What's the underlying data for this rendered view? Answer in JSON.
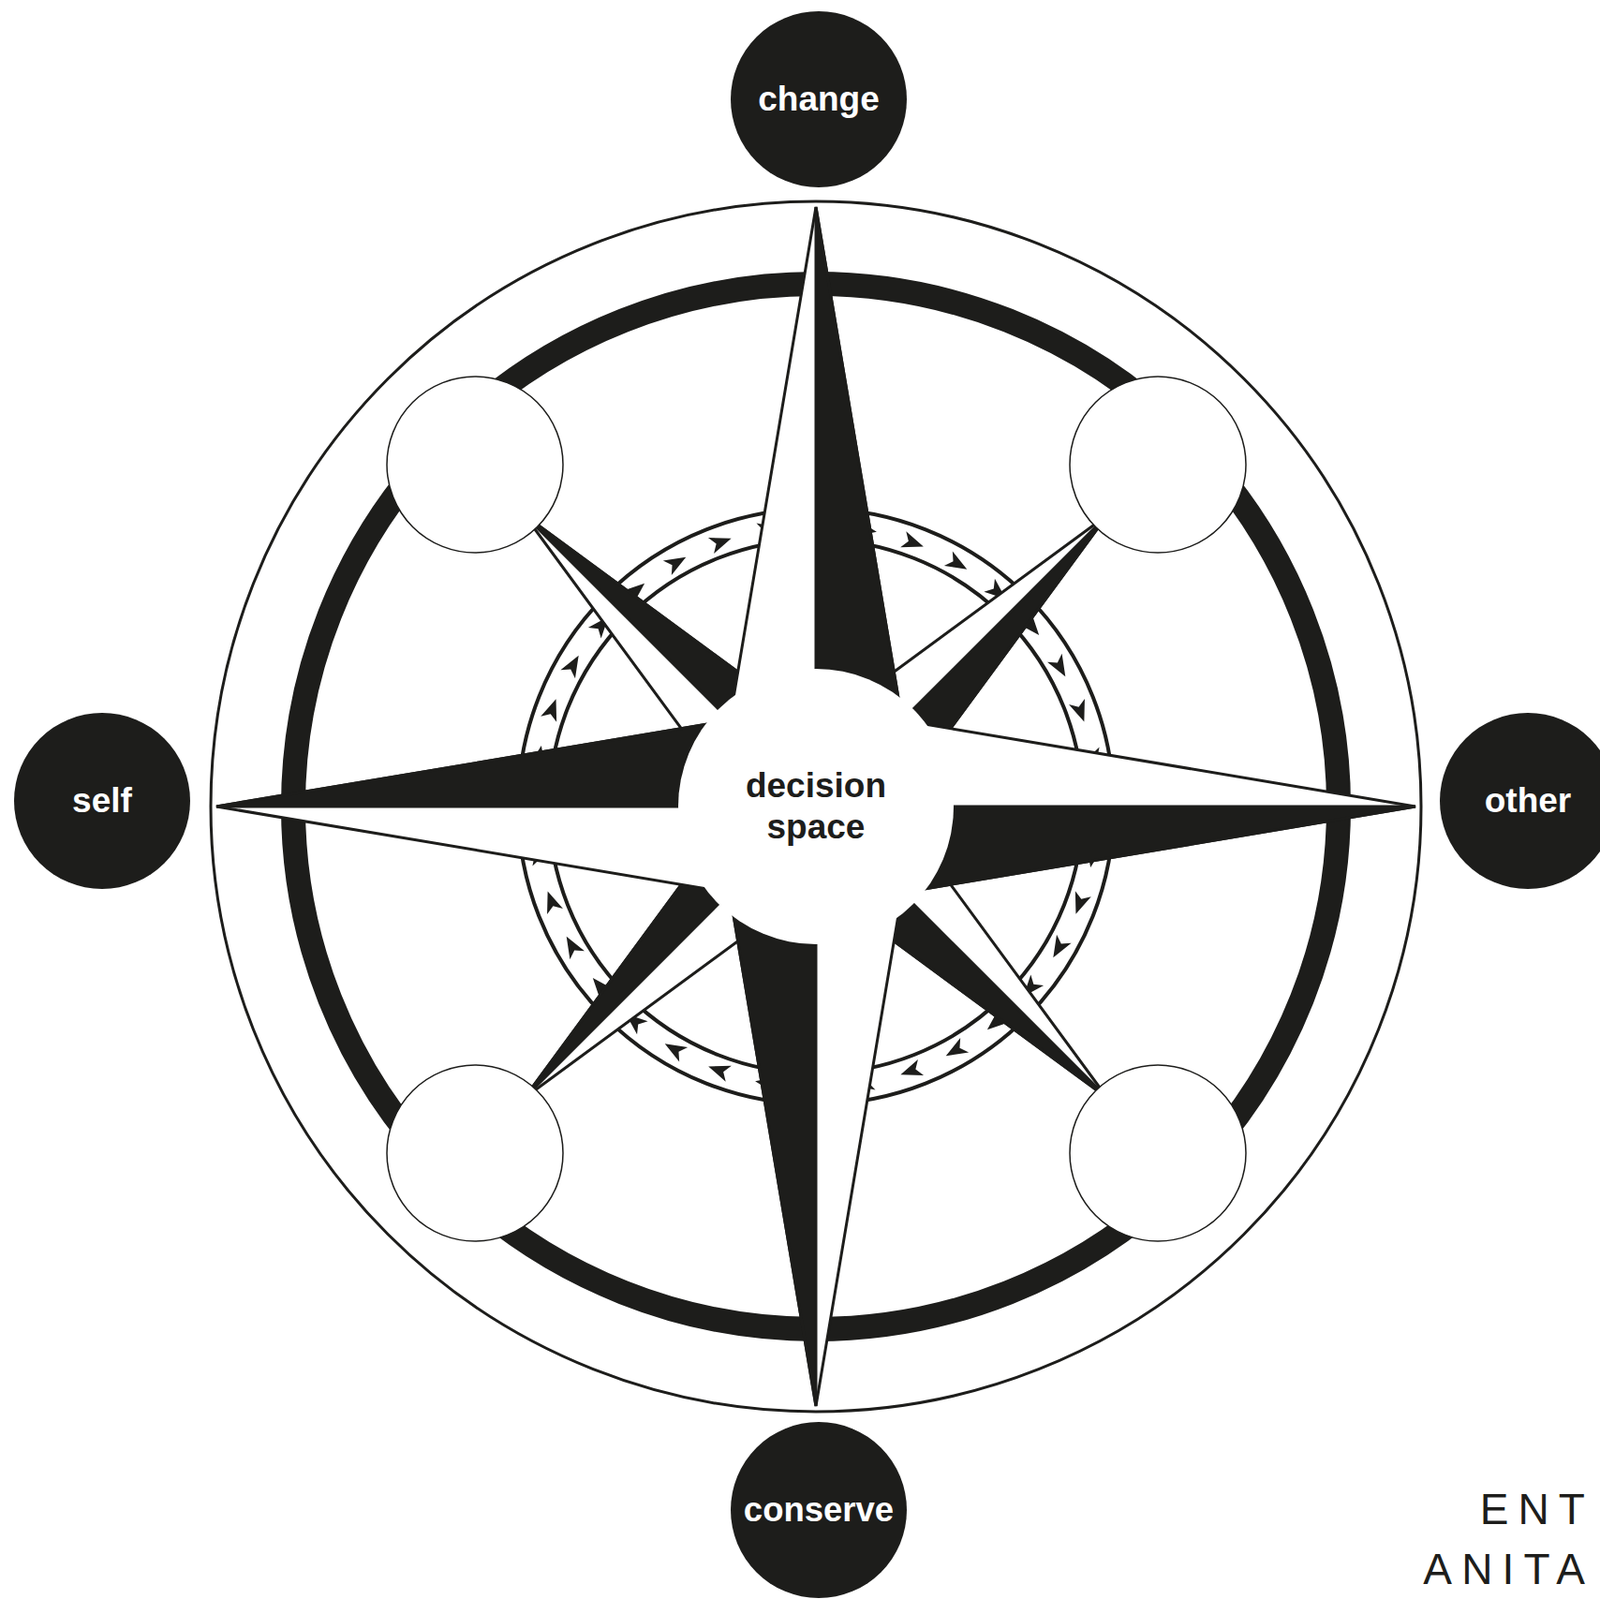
{
  "diagram": {
    "nodes": [
      {
        "text": [
          "change"
        ]
      },
      {
        "text": [
          "self"
        ]
      },
      {
        "text": [
          "decision space"
        ]
      },
      {
        "text": [
          "other"
        ]
      },
      {
        "text": [
          "conserve"
        ]
      }
    ],
    "labels": [
      "ENT",
      "ANITA"
    ]
  }
}
